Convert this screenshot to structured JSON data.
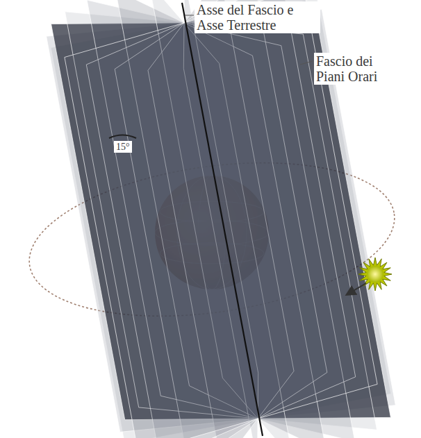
{
  "diagram": {
    "labels": [
      "Asse del Fascio e Asse Terrestre",
      "Fascio dei Piani Orari",
      "15°"
    ]
  }
}
